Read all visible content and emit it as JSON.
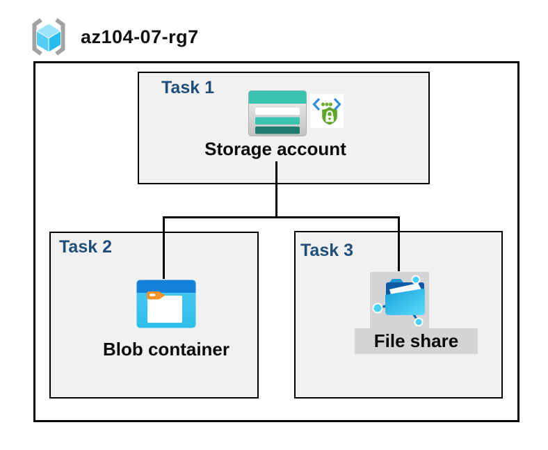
{
  "header": {
    "resource_group_name": "az104-07-rg7",
    "resource_group_icon": "resource-group-icon"
  },
  "diagram": {
    "tasks": [
      {
        "label": "Task 1",
        "resource": "Storage account",
        "icons": [
          "storage-account-icon",
          "secure-endpoint-icon"
        ]
      },
      {
        "label": "Task 2",
        "resource": "Blob container",
        "icons": [
          "blob-container-icon"
        ]
      },
      {
        "label": "Task 3",
        "resource": "File share",
        "icons": [
          "file-share-icon"
        ]
      }
    ],
    "connections": [
      {
        "from": "Storage account",
        "to": "Blob container"
      },
      {
        "from": "Storage account",
        "to": "File share"
      }
    ]
  },
  "colors": {
    "task_label_blue": "#1F4E79",
    "storage_teal": "#3AC3AF",
    "storage_teal_dark": "#1F7A70",
    "blob_header_blue": "#1181D9",
    "folder_tab_orange": "#F39426",
    "fileshare_navy": "#0B5AA6",
    "fileshare_tab_blue": "#2196D6",
    "node_cyan": "#47D1F7",
    "link_line_navy": "#0F63A8",
    "shield_green": "#5FA62A",
    "bracket_blue": "#2E8CE2",
    "dot_green": "#6FB12E",
    "rg_bracket_gray": "#A2A2A2",
    "cube_top": "#9CE4F9",
    "cube_left": "#53CDF3",
    "cube_right": "#27BDF0",
    "box_fill_gray": "#F1F1F1",
    "label_band_gray": "#D4D4D4",
    "connector_black": "#000000"
  }
}
